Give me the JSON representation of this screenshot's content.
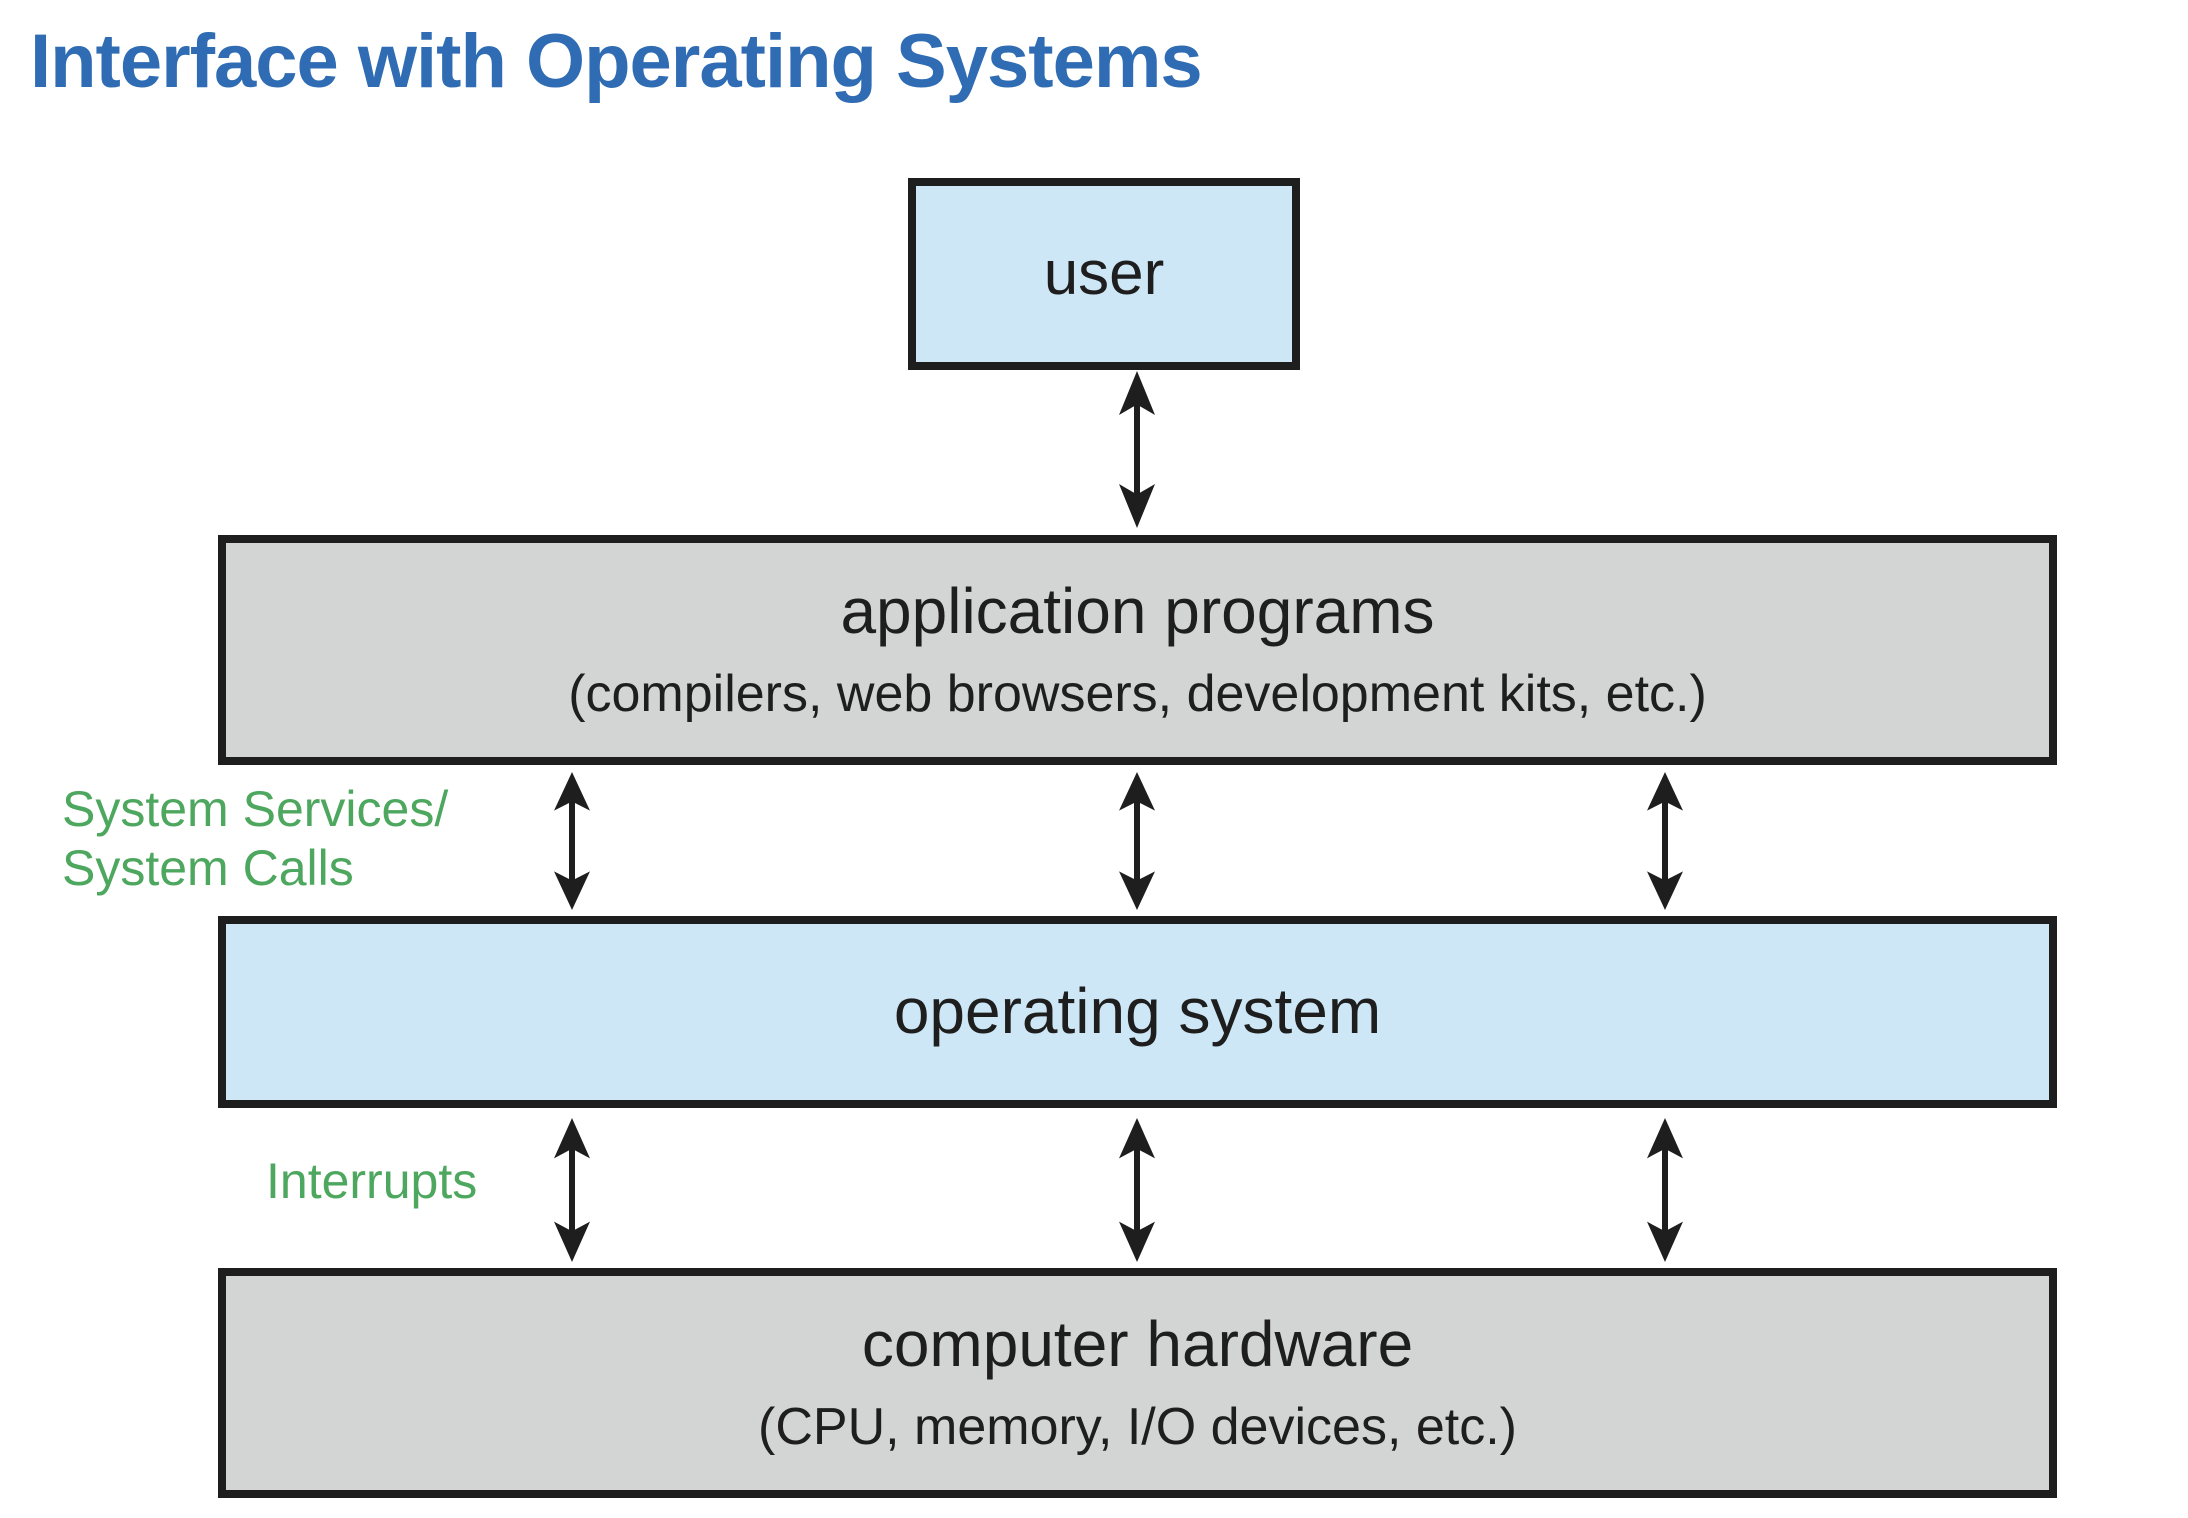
{
  "title": "Interface with Operating Systems",
  "colors": {
    "title_blue": "#2f6cb4",
    "box_blue": "#cee7f6",
    "box_gray": "#d3d4d4",
    "ink": "#1e1e1e",
    "green": "#4da75e",
    "page_bg": "#ffffff"
  },
  "layers": {
    "user": {
      "label": "user"
    },
    "applications": {
      "label": "application programs",
      "sublabel": "(compilers, web browsers, development kits, etc.)"
    },
    "os": {
      "label": "operating system"
    },
    "hardware": {
      "label": "computer hardware",
      "sublabel": "(CPU, memory, I/O devices, etc.)"
    }
  },
  "annotations": {
    "system_services_line1": "System Services/",
    "system_services_line2": "System Calls",
    "interrupts": "Interrupts"
  }
}
